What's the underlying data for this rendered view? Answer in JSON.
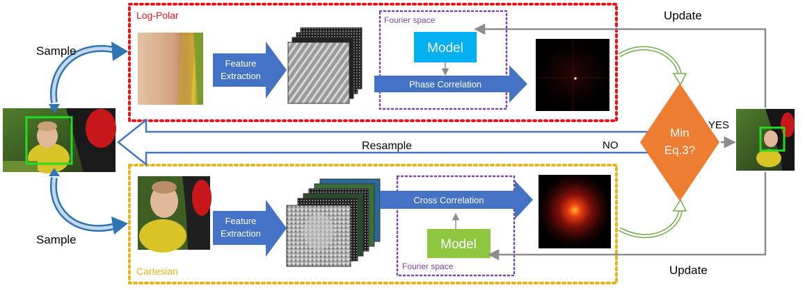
{
  "colors": {
    "logpolar_border": "#e8141c",
    "cartesian_border": "#e8b419",
    "fourier_border": "#7b44a8",
    "arrow_blue": "#4472c4",
    "model_top": "#00b0f0",
    "model_bottom": "#8dc63f",
    "decision": "#ed7d31",
    "green_arrow": "#70ad47",
    "gray_arrow": "#8c8c8c",
    "bbox_green": "#22dd22"
  },
  "top_branch": {
    "label": "Log-Polar",
    "feature_arrow": "Feature Extraction",
    "fourier_label": "Fourier space",
    "model": "Model",
    "correlation": "Phase Correlation"
  },
  "bottom_branch": {
    "label": "Cartesian",
    "feature_arrow": "Feature Extraction",
    "fourier_label": "Fourier space",
    "model": "Model",
    "correlation": "Cross Correlation"
  },
  "decision": {
    "line1": "Min",
    "line2": "Eq.3?",
    "yes": "YES",
    "no": "NO"
  },
  "resample": "Resample",
  "sample_top": "Sample",
  "sample_bottom": "Sample",
  "update_top": "Update",
  "update_bottom": "Update",
  "feature_text_1": "Feature",
  "feature_text_2": "Extraction"
}
